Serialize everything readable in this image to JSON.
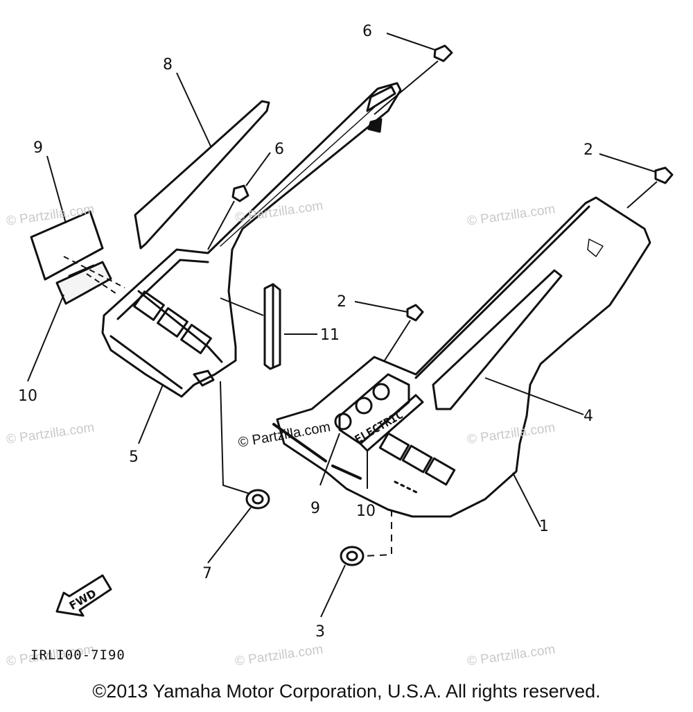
{
  "watermark": "© Partzilla.com",
  "callouts": {
    "c1": "1",
    "c2a": "2",
    "c2b": "2",
    "c3": "3",
    "c4": "4",
    "c5": "5",
    "c6a": "6",
    "c6b": "6",
    "c7": "7",
    "c8": "8",
    "c9a": "9",
    "c9b": "9",
    "c10a": "10",
    "c10b": "10",
    "c11": "11"
  },
  "panel_labels": {
    "electric": "ELECTRIC",
    "fwd": "FWD"
  },
  "drawing_code": "IRLI00-7I90",
  "copyright": "©2013 Yamaha Motor Corporation, U.S.A. All rights reserved."
}
